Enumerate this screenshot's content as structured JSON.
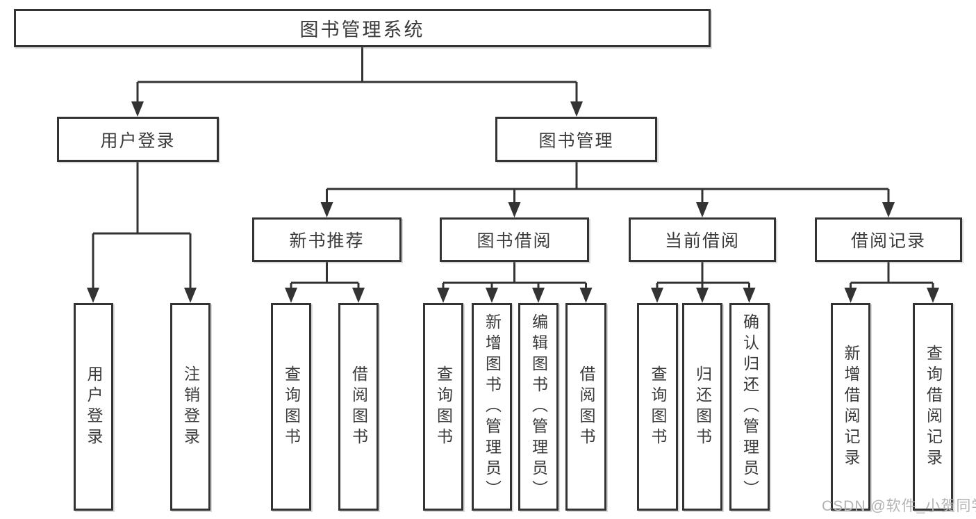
{
  "diagram": {
    "root": {
      "label": "图书管理系统"
    },
    "branches": [
      {
        "label": "用户登录",
        "children": [
          "用户登录",
          "注销登录"
        ]
      },
      {
        "label": "图书管理",
        "sections": [
          {
            "label": "新书推荐",
            "children": [
              "查询图书",
              "借阅图书"
            ]
          },
          {
            "label": "图书借阅",
            "children": [
              "查询图书",
              "新增图书（管理员）",
              "编辑图书（管理员）",
              "借阅图书"
            ]
          },
          {
            "label": "当前借阅",
            "children": [
              "查询图书",
              "归还图书",
              "确认归还（管理员）"
            ]
          },
          {
            "label": "借阅记录",
            "children": [
              "新增借阅记录",
              "查询借阅记录"
            ]
          }
        ]
      }
    ]
  },
  "watermark": {
    "text": "CSDN @软件_小贺同学"
  },
  "colors": {
    "line": "#333333",
    "text": "#3a3a3a",
    "box_background": "#ffffff",
    "watermark": "#b3b3b3"
  }
}
